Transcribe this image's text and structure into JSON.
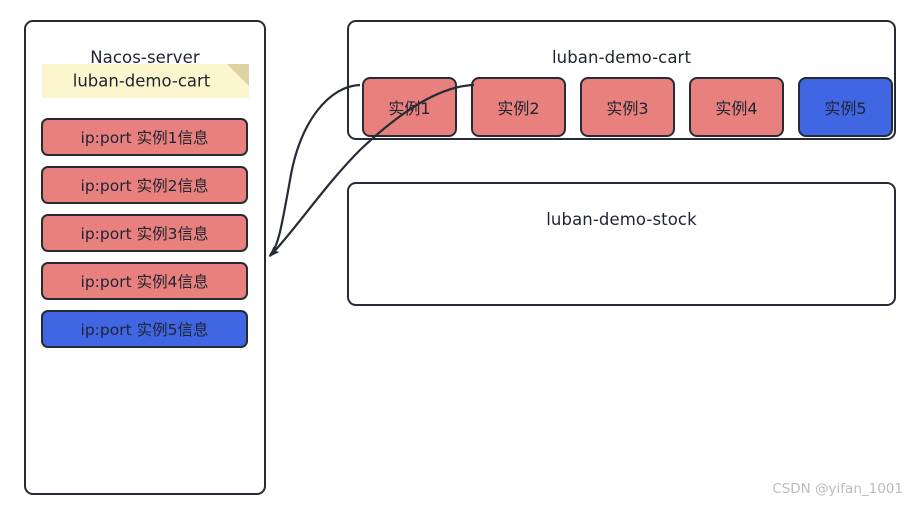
{
  "diagram": {
    "title": "Nacos service registry and instance list",
    "watermark": "CSDN @yifan_1001",
    "colors": {
      "instance_red": "#e8807e",
      "instance_blue": "#4166e3",
      "note_yellow": "#fbf6ce",
      "note_fold": "#ded2a0",
      "stroke": "#262b36",
      "text": "#1f2430",
      "watermark_text": "#b9bcc2"
    }
  },
  "nacos": {
    "title": "Nacos-server",
    "note_label": "luban-demo-cart",
    "entries": [
      {
        "label": "ip:port 实例1信息",
        "color": "red"
      },
      {
        "label": "ip:port 实例2信息",
        "color": "red"
      },
      {
        "label": "ip:port 实例3信息",
        "color": "red"
      },
      {
        "label": "ip:port 实例4信息",
        "color": "red"
      },
      {
        "label": "ip:port 实例5信息",
        "color": "blue"
      }
    ]
  },
  "cart_service": {
    "title": "luban-demo-cart",
    "instances": [
      {
        "label": "实例1",
        "color": "red"
      },
      {
        "label": "实例2",
        "color": "red"
      },
      {
        "label": "实例3",
        "color": "red"
      },
      {
        "label": "实例4",
        "color": "red"
      },
      {
        "label": "实例5",
        "color": "blue"
      }
    ]
  },
  "stock_service": {
    "title": "luban-demo-stock",
    "instances": []
  },
  "connectors": [
    {
      "from": "实例1",
      "to": "Nacos-server",
      "style": "curved-arrow"
    },
    {
      "from": "实例2",
      "to": "Nacos-server",
      "style": "curved-arrow"
    }
  ]
}
